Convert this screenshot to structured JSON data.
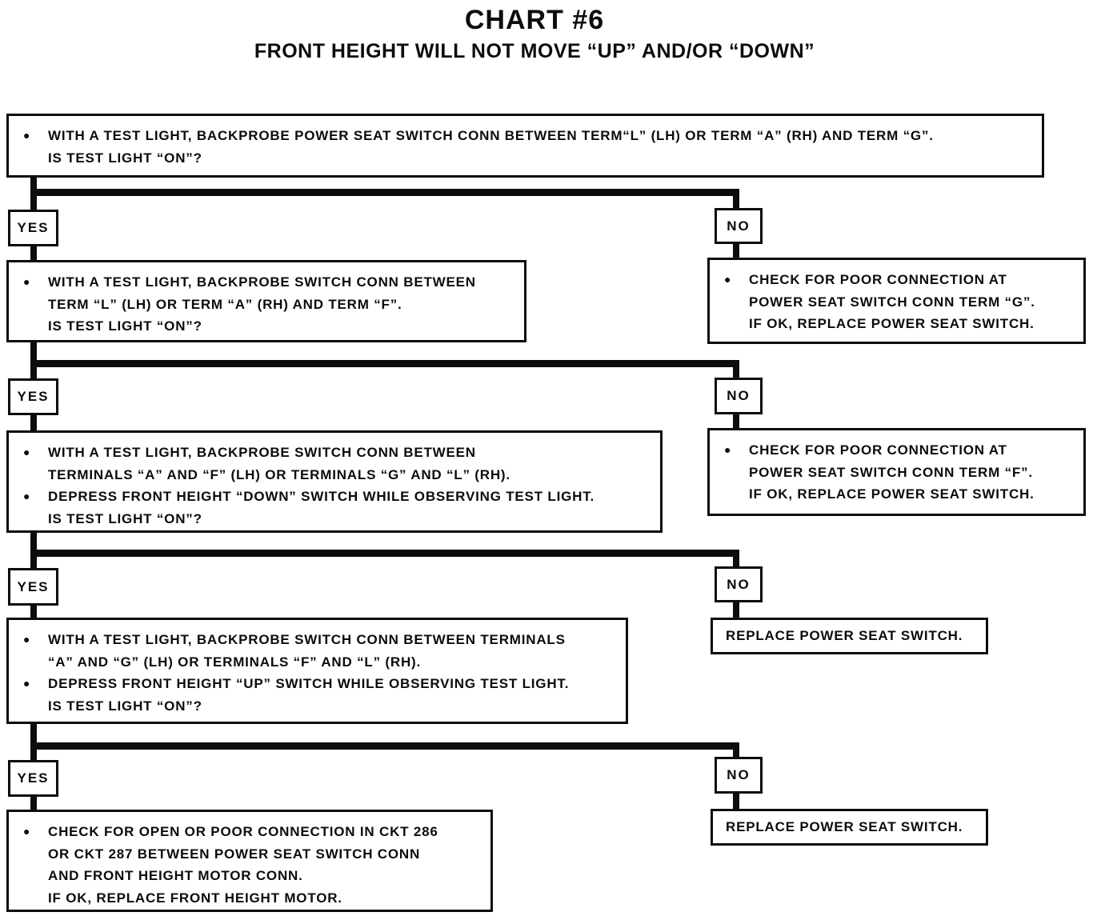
{
  "page": {
    "title": "CHART #6",
    "subtitle": "FRONT HEIGHT WILL NOT MOVE “UP” AND/OR “DOWN”"
  },
  "labels": {
    "yes": "YES",
    "no": "NO"
  },
  "glyphs": {
    "bullet": "●"
  },
  "colors": {
    "ink": "#0c0c0c",
    "paper": "#ffffff"
  },
  "boxes": {
    "q1": {
      "items": [
        {
          "lines": [
            "WITH A TEST LIGHT, BACKPROBE POWER SEAT SWITCH CONN BETWEEN TERM“L” (LH) OR TERM “A” (RH) AND TERM “G”.",
            "IS TEST LIGHT “ON”?"
          ]
        }
      ]
    },
    "r1": {
      "items": [
        {
          "lines": [
            "CHECK FOR POOR CONNECTION AT",
            "POWER SEAT SWITCH CONN TERM “G”.",
            "IF OK, REPLACE POWER SEAT SWITCH."
          ]
        }
      ]
    },
    "q2": {
      "items": [
        {
          "lines": [
            "WITH A TEST LIGHT, BACKPROBE SWITCH CONN BETWEEN",
            "TERM “L” (LH) OR TERM “A” (RH) AND TERM “F”.",
            "IS TEST LIGHT “ON”?"
          ]
        }
      ]
    },
    "r2": {
      "items": [
        {
          "lines": [
            "CHECK FOR POOR CONNECTION AT",
            "POWER SEAT SWITCH CONN TERM “F”.",
            "IF OK, REPLACE POWER SEAT SWITCH."
          ]
        }
      ]
    },
    "q3": {
      "items": [
        {
          "lines": [
            "WITH A TEST LIGHT, BACKPROBE SWITCH CONN BETWEEN",
            "TERMINALS “A” AND “F” (LH) OR TERMINALS “G” AND “L” (RH)."
          ]
        },
        {
          "lines": [
            "DEPRESS FRONT HEIGHT “DOWN” SWITCH WHILE OBSERVING TEST LIGHT.",
            "IS TEST LIGHT “ON”?"
          ]
        }
      ]
    },
    "r3": {
      "text": "REPLACE POWER SEAT SWITCH."
    },
    "q4": {
      "items": [
        {
          "lines": [
            "WITH A TEST LIGHT, BACKPROBE SWITCH CONN BETWEEN TERMINALS",
            "“A” AND “G” (LH) OR TERMINALS “F” AND “L” (RH)."
          ]
        },
        {
          "lines": [
            "DEPRESS FRONT HEIGHT “UP” SWITCH WHILE OBSERVING TEST LIGHT.",
            "IS TEST LIGHT “ON”?"
          ]
        }
      ]
    },
    "q5": {
      "items": [
        {
          "lines": [
            "CHECK FOR OPEN OR POOR CONNECTION IN CKT 286",
            "OR CKT 287 BETWEEN POWER SEAT SWITCH CONN",
            "AND FRONT HEIGHT MOTOR CONN.",
            "IF OK, REPLACE FRONT HEIGHT MOTOR."
          ]
        }
      ]
    },
    "r4": {
      "text": "REPLACE POWER SEAT SWITCH."
    }
  }
}
